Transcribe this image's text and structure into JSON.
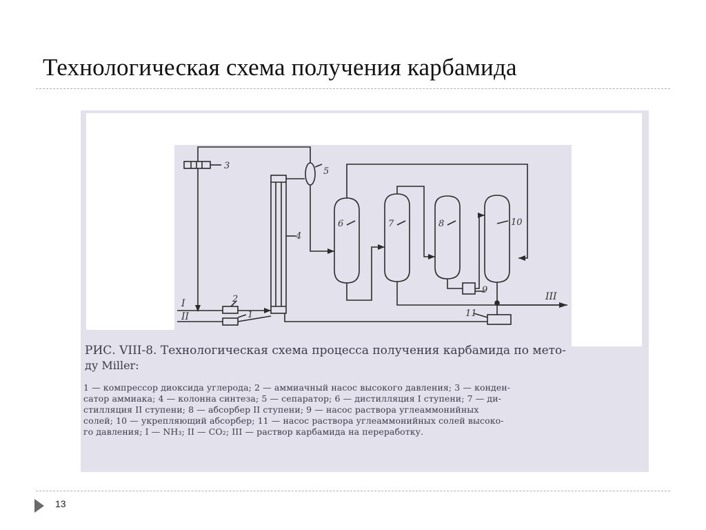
{
  "slide": {
    "title": "Технологическая схема получения карбамида",
    "page_number": "13"
  },
  "figure": {
    "labels": {
      "compressor": "1",
      "ammonia_pump": "2",
      "condenser": "3",
      "synthesis_column": "4",
      "separator": "5",
      "distiller_1": "6",
      "distiller_2": "7",
      "absorber_2": "8",
      "pump_9": "9",
      "absorber_10": "10",
      "pump_11": "11",
      "stream_nh3": "I",
      "stream_co2": "II",
      "stream_product": "III"
    },
    "caption": {
      "title": "РИС. VIII-8. Технологическая схема процесса получения карбамида по мето-",
      "subtitle": "ду Miller:",
      "lines": [
        "1 — компрессор диоксида углерода; 2 — аммиачный насос высокого давления; 3 — конден-",
        "сатор аммиака; 4 — колонна синтеза; 5 — сепаратор; 6 — дистилляция I ступени; 7 — ди-",
        "стилляция II ступени; 8 — абсорбер II ступени; 9 — насос раствора углеаммонийных",
        "солей; 10 — укрепляющий абсорбер; 11 — насос раствора углеаммонийных солей высоко-",
        "го давления; I — NH₃; II — CO₂; III — раствор карбамида на переработку."
      ]
    }
  }
}
